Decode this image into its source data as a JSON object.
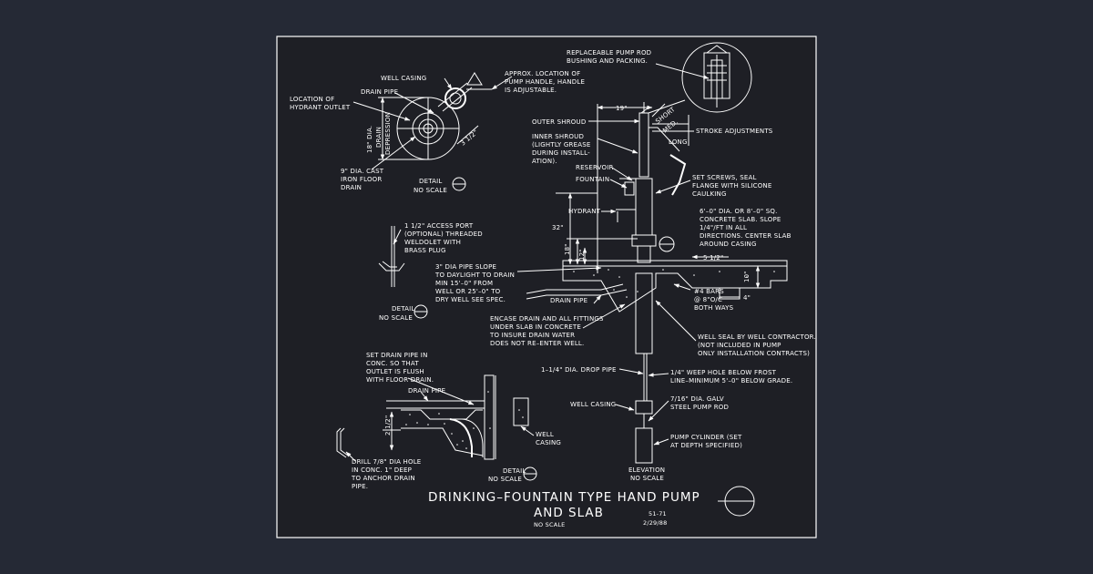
{
  "colors": {
    "background": "#252935",
    "sheet": "#1e1f25",
    "ink": "#ffffff"
  },
  "title": {
    "line1": "DRINKING–FOUNTAIN TYPE HAND PUMP",
    "line2": "AND SLAB",
    "scale": "NO SCALE"
  },
  "drawing_number": "51-71",
  "drawing_date": "2/29/88",
  "labels": {
    "replaceable_rod": [
      "REPLACEABLE PUMP ROD",
      "BUSHING AND PACKING."
    ],
    "approx_location": [
      "APPROX. LOCATION OF",
      "PUMP HANDLE, HANDLE",
      "IS ADJUSTABLE."
    ],
    "well_casing_top": "WELL CASING",
    "drain_pipe_top": "DRAIN PIPE",
    "hydrant_outlet": [
      "LOCATION OF",
      "HYDRANT OUTLET"
    ],
    "floor_drain": [
      "9\" DIA. CAST",
      "IRON FLOOR",
      "DRAIN"
    ],
    "detail_1": [
      "DETAIL",
      "NO SCALE"
    ],
    "dia_18": "18\" DIA.",
    "drain_depression": [
      "DRAIN",
      "DEPRESSION"
    ],
    "dim_3_5": "3 1/2\"",
    "dim_19": "19\"",
    "outer_shroud": "OUTER SHROUD",
    "inner_shroud": [
      "INNER SHROUD",
      "(LIGHTLY GREASE",
      "DURING INSTALL-",
      "ATION)."
    ],
    "reservoir": "RESERVOIR",
    "fountain": "FOUNTAIN",
    "hydrant": "HYDRANT",
    "short": "SHORT",
    "med": "MED.",
    "long": "LONG",
    "stroke_adjustments": "STROKE ADJUSTMENTS",
    "set_screws": [
      "SET SCREWS, SEAL",
      "FLANGE WITH SILICONE",
      "CAULKING"
    ],
    "slab": [
      "6'–0\" DIA. OR 8'–0\" SQ.",
      "CONCRETE SLAB. SLOPE",
      "1/4\"/FT IN ALL",
      "DIRECTIONS. CENTER SLAB",
      "AROUND CASING"
    ],
    "dim_32": "32\"",
    "dim_18": "18\"",
    "dim_12": "12\"",
    "dim_5_5": "5 1/2\"",
    "dim_10": "10\"",
    "dim_4": "4\"",
    "access_port": [
      "1 1/2\" ACCESS PORT",
      "(OPTIONAL) THREADED",
      "WELDOLET WITH",
      "BRASS PLUG"
    ],
    "drain_slope": [
      "3\" DIA PIPE SLOPE",
      "TO DAYLIGHT TO DRAIN",
      "MIN 15'–0\" FROM",
      "WELL OR 25'–0\" TO",
      "DRY WELL SEE SPEC."
    ],
    "drain_pipe_mid": "DRAIN PIPE",
    "detail_2": [
      "DETAIL",
      "NO SCALE"
    ],
    "bars": [
      "#4 BARS",
      "@ 8\"O/C",
      "BOTH WAYS"
    ],
    "encase": [
      "ENCASE DRAIN AND ALL FITTINGS",
      "UNDER SLAB IN CONCRETE",
      "TO INSURE DRAIN WATER",
      "DOES NOT RE–ENTER WELL."
    ],
    "well_seal": [
      "WELL SEAL BY WELL CONTRACTOR.",
      "(NOT INCLUDED IN PUMP",
      "ONLY INSTALLATION CONTRACTS)"
    ],
    "set_drain": [
      "SET DRAIN PIPE IN",
      "CONC. SO THAT",
      "OUTLET IS FLUSH",
      "WITH FLOOR DRAIN."
    ],
    "drain_pipe_low": "DRAIN PIPE",
    "drop_pipe": "1–1/4\" DIA. DROP PIPE",
    "weep_hole": [
      "1/4\" WEEP HOLE BELOW FROST",
      "LINE–MINIMUM 5'–0\" BELOW GRADE."
    ],
    "well_casing_low": "WELL CASING",
    "pump_rod": [
      "7/16\" DIA. GALV",
      "STEEL PUMP ROD"
    ],
    "dim_2_5": "2 1/2\"",
    "well_casing_detail": [
      "WELL",
      "CASING"
    ],
    "pump_cylinder": [
      "PUMP CYLINDER (SET",
      "AT DEPTH SPECIFIED)"
    ],
    "drill": [
      "DRILL 7/8\" DIA HOLE",
      "IN CONC. 1\" DEEP",
      "TO ANCHOR DRAIN",
      "PIPE."
    ],
    "detail_3": [
      "DETAIL",
      "NO SCALE"
    ],
    "elevation": [
      "ELEVATION",
      "NO SCALE"
    ]
  }
}
